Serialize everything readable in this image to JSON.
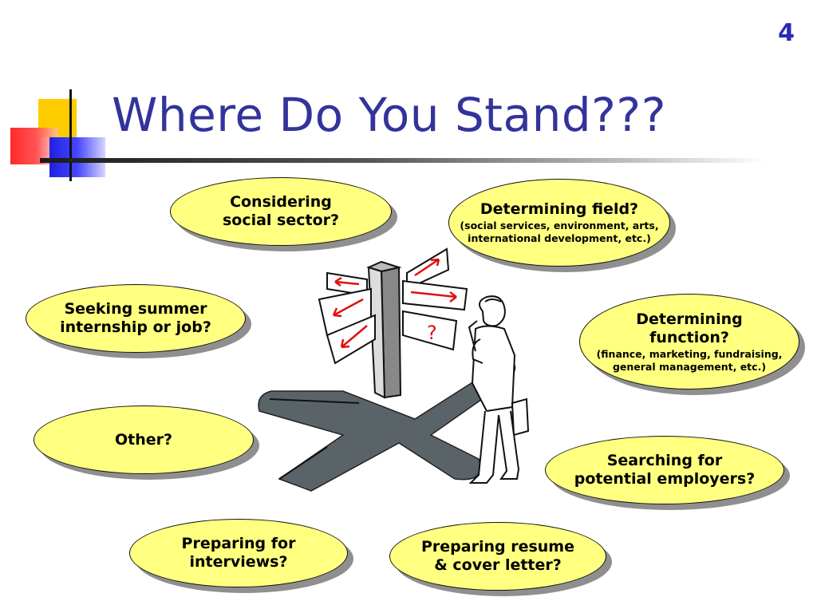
{
  "slide": {
    "number": "4",
    "title": "Where Do You Stand???"
  },
  "bubbles": {
    "considering": {
      "lines": [
        "Considering",
        "social sector?"
      ]
    },
    "field": {
      "main": "Determining field?",
      "sub_lines": [
        "(social services, environment, arts,",
        "international development, etc.)"
      ]
    },
    "internship": {
      "lines": [
        "Seeking summer",
        "internship or job?"
      ]
    },
    "function": {
      "lines": [
        "Determining",
        "function?"
      ],
      "sub_lines": [
        "(finance, marketing, fundraising,",
        "general management, etc.)"
      ]
    },
    "other": {
      "lines": [
        "Other?"
      ]
    },
    "employers": {
      "lines": [
        "Searching for",
        "potential employers?"
      ]
    },
    "interviews": {
      "lines": [
        "Preparing for",
        "interviews?"
      ]
    },
    "resume": {
      "lines": [
        "Preparing resume",
        "& cover letter?"
      ]
    }
  },
  "illustration": {
    "signpost_question": "?"
  },
  "colors": {
    "title": "#33339c",
    "bubble_fill": "#ffff80",
    "arrow_red": "#e01010"
  }
}
